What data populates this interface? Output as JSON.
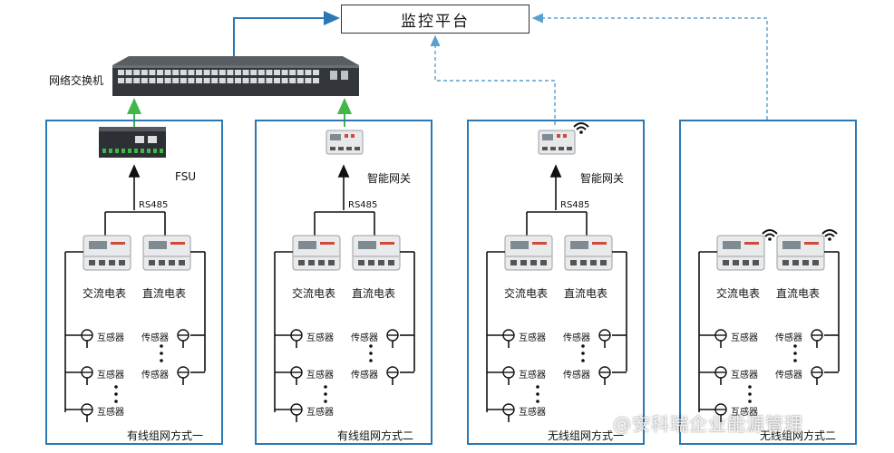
{
  "platform": {
    "label": "监控平台"
  },
  "switch": {
    "label": "网络交换机"
  },
  "panels": [
    {
      "caption": "有线组网方式一",
      "gateway_label": "FSU",
      "bus_label": "RS485",
      "meters": [
        "交流电表",
        "直流电表"
      ],
      "sensor_left": [
        "互感器",
        "互感器",
        "互感器"
      ],
      "sensor_right": [
        "传感器",
        "传感器"
      ]
    },
    {
      "caption": "有线组网方式二",
      "gateway_label": "智能网关",
      "bus_label": "RS485",
      "meters": [
        "交流电表",
        "直流电表"
      ],
      "sensor_left": [
        "互感器",
        "互感器",
        "互感器"
      ],
      "sensor_right": [
        "传感器",
        "传感器"
      ]
    },
    {
      "caption": "无线组网方式一",
      "gateway_label": "智能网关",
      "bus_label": "RS485",
      "meters": [
        "交流电表",
        "直流电表"
      ],
      "sensor_left": [
        "互感器",
        "互感器",
        "互感器"
      ],
      "sensor_right": [
        "传感器",
        "传感器"
      ]
    },
    {
      "caption": "无线组网方式二",
      "meters": [
        "交流电表",
        "直流电表"
      ],
      "sensor_left": [
        "互感器",
        "互感器",
        "互感器"
      ],
      "sensor_right": [
        "传感器",
        "传感器"
      ]
    }
  ],
  "watermark": "@安科瑞企业能源管理",
  "colors": {
    "panel_border": "#2a78b4",
    "network_line": "#2a78b4",
    "uplink_arrow": "#43b649"
  }
}
